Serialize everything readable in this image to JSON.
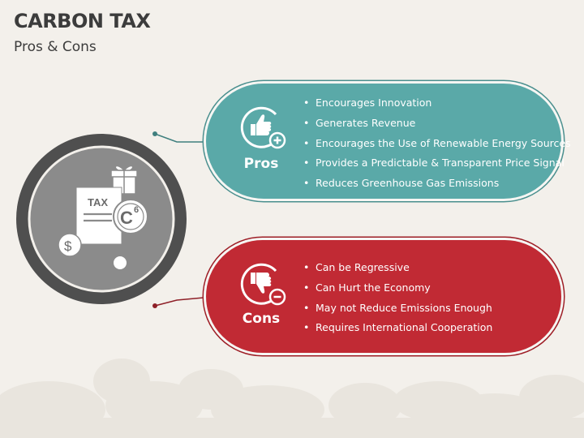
{
  "header": {
    "title": "CARBON TAX",
    "subtitle": "Pros & Cons"
  },
  "center_icon": {
    "tax_label": "TAX",
    "carbon_label": "C",
    "carbon_superscript": "6",
    "currency_symbol": "$",
    "icons": [
      "gift-icon",
      "tax-document-icon",
      "carbon-coin-icon",
      "dollar-coin-icon"
    ]
  },
  "pros": {
    "label": "Pros",
    "icon": "thumbs-up-plus-icon",
    "color": "#5aa9a8",
    "items": [
      "Encourages Innovation",
      "Generates Revenue",
      "Encourages the Use of Renewable Energy Sources",
      "Provides a Predictable & Transparent Price Signal",
      "Reduces Greenhouse Gas Emissions"
    ]
  },
  "cons": {
    "label": "Cons",
    "icon": "thumbs-down-minus-icon",
    "color": "#c12a34",
    "items": [
      "Can be Regressive",
      "Can Hurt the Economy",
      "May not Reduce Emissions Enough",
      "Requires International Cooperation"
    ]
  },
  "colors": {
    "background": "#f3f0eb",
    "title_text": "#3c3c3c",
    "circle_outer": "#4d4d4d",
    "circle_inner": "#8c8c8c"
  }
}
